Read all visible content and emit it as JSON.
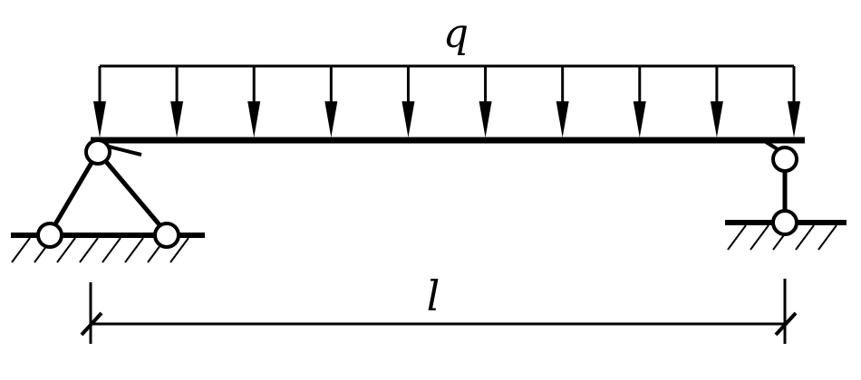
{
  "labels": {
    "load": "q",
    "span": "l"
  },
  "load": {
    "arrow_count": 10
  },
  "colors": {
    "ink": "#000000",
    "background": "#ffffff"
  }
}
